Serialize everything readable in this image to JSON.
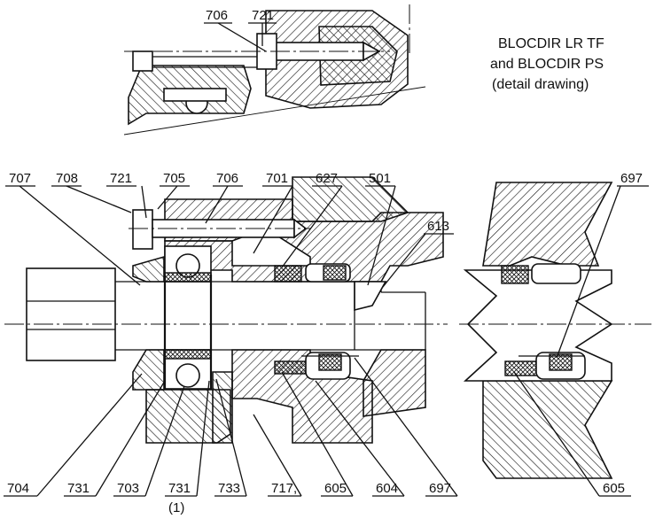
{
  "caption": {
    "line1": "BLOCDIR LR TF",
    "line2": "and BLOCDIR PS",
    "line3": "(detail drawing)"
  },
  "labels": {
    "top_706": "706",
    "top_721": "721",
    "l707": "707",
    "l708": "708",
    "l721": "721",
    "l705": "705",
    "l706": "706",
    "l701": "701",
    "l627": "627",
    "l501": "501",
    "l613": "613",
    "l697_right": "697",
    "l704": "704",
    "l731a": "731",
    "l703": "703",
    "l731b": "731",
    "l731b_note": "(1)",
    "l733": "733",
    "l717": "717,",
    "l605": "605",
    "l604": "604",
    "l697": "697",
    "l605_right": "605"
  }
}
